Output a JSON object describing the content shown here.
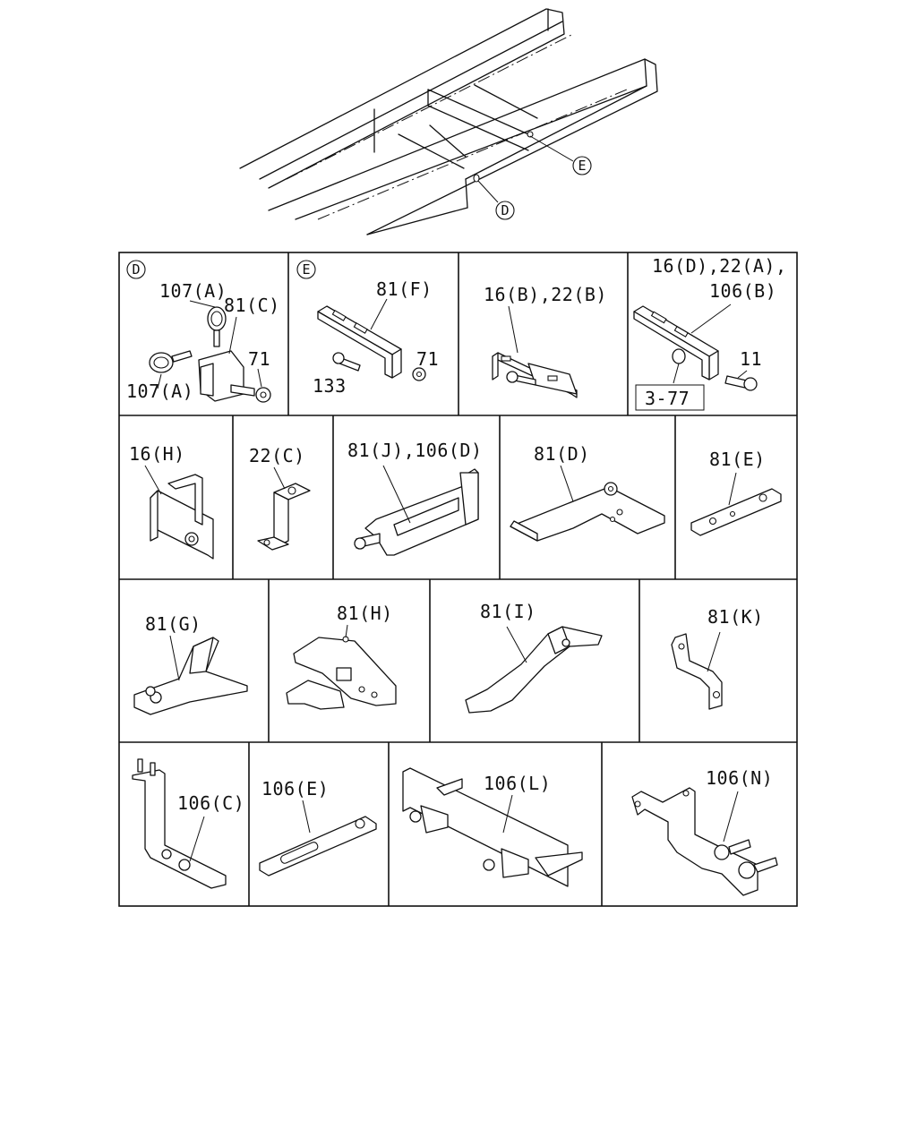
{
  "frame_callouts": [
    "D",
    "E"
  ],
  "panels": [
    {
      "id": "D",
      "circle": "D",
      "labels": [
        "107(A)",
        "81(C)",
        "71",
        "107(A)"
      ]
    },
    {
      "id": "E",
      "circle": "E",
      "labels": [
        "81(F)",
        "71",
        "133"
      ]
    },
    {
      "id": "p3",
      "labels": [
        "16(B),22(B)"
      ]
    },
    {
      "id": "p4",
      "labels": [
        "16(D),22(A),",
        "106(B)",
        "11"
      ],
      "ref_box": "3-77"
    },
    {
      "id": "p5",
      "labels": [
        "16(H)"
      ]
    },
    {
      "id": "p6",
      "labels": [
        "22(C)"
      ]
    },
    {
      "id": "p7",
      "labels": [
        "81(J),106(D)"
      ]
    },
    {
      "id": "p8",
      "labels": [
        "81(D)"
      ]
    },
    {
      "id": "p9",
      "labels": [
        "81(E)"
      ]
    },
    {
      "id": "p10",
      "labels": [
        "81(G)"
      ]
    },
    {
      "id": "p11",
      "labels": [
        "81(H)"
      ]
    },
    {
      "id": "p12",
      "labels": [
        "81(I)"
      ]
    },
    {
      "id": "p13",
      "labels": [
        "81(K)"
      ]
    },
    {
      "id": "p14",
      "labels": [
        "106(C)"
      ]
    },
    {
      "id": "p15",
      "labels": [
        "106(E)"
      ]
    },
    {
      "id": "p16",
      "labels": [
        "106(L)"
      ]
    },
    {
      "id": "p17",
      "labels": [
        "106(N)"
      ]
    }
  ]
}
